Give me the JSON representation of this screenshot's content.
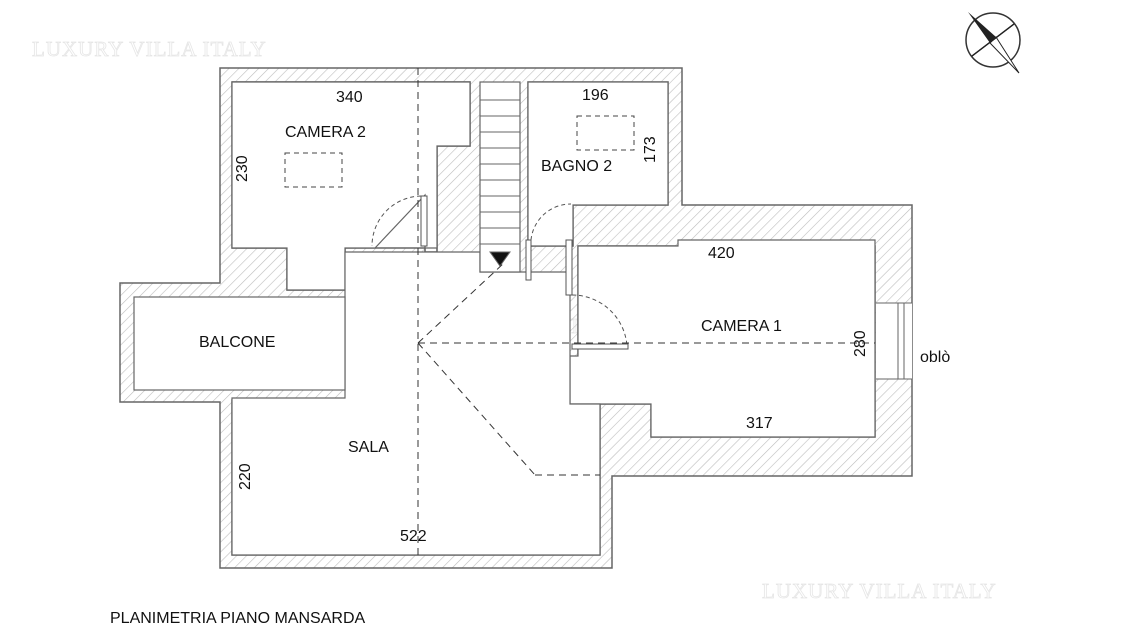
{
  "plan": {
    "title": "PLANIMETRIA PIANO MANSARDA",
    "watermark": "LUXURY VILLA ITALY",
    "wall_color": "#666666",
    "hatch_color": "#bdbdbd",
    "rooms": {
      "camera2": "CAMERA 2",
      "bagno2": "BAGNO 2",
      "camera1": "CAMERA 1",
      "balcone": "BALCONE",
      "sala": "SALA"
    },
    "dimensions": {
      "camera2_width": "340",
      "camera2_depth": "230",
      "bagno2_width": "196",
      "bagno2_depth": "173",
      "camera1_top": "420",
      "camera1_bottom": "317",
      "camera1_depth": "280",
      "sala_width": "522",
      "sala_depth": "220"
    },
    "window_label": "oblò",
    "compass_icon": "north-arrow-icon"
  }
}
